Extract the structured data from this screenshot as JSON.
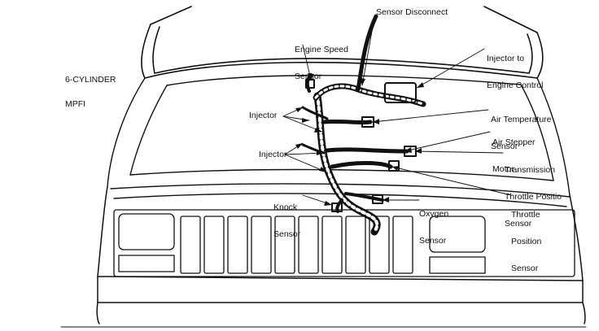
{
  "title_block": {
    "line1": "6-CYLINDER",
    "line2": "MPFI"
  },
  "labels": {
    "sensor_disconnect": "Sensor Disconnect",
    "engine_speed_sensor": [
      "Engine Speed",
      "Sensor"
    ],
    "injector_upper": "Injector",
    "injector_lower": "Injector",
    "knock_sensor": [
      "Knock",
      "Sensor"
    ],
    "injector_to_engine_control": [
      "Injector to",
      "Engine Control"
    ],
    "air_temperature_sensor": [
      "Air Temperature",
      "Sensor"
    ],
    "air_stepper_motor": [
      "Air Stepper",
      "Motor"
    ],
    "transmission_tps": [
      "Transmission",
      "Throttle Positio",
      "Sensor"
    ],
    "throttle_position_sensor": [
      "Throttle",
      "Position",
      "Sensor"
    ],
    "oxygen_sensor": [
      "Oxygen",
      "Sensor"
    ]
  },
  "colors": {
    "ink": "#111111",
    "paper": "#ffffff"
  }
}
